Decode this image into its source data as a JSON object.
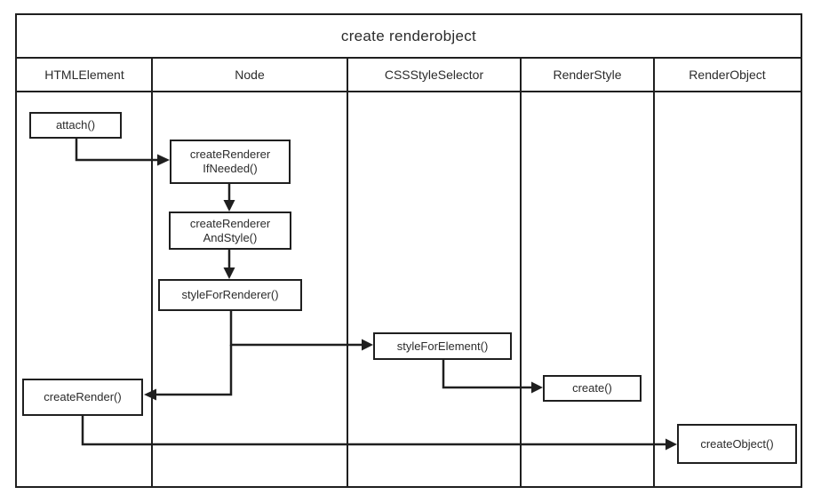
{
  "title": "create renderobject",
  "colors": {
    "line": "#1f1f1f",
    "text": "#2b2b2b",
    "background": "#ffffff"
  },
  "columns": [
    {
      "label": "HTMLElement"
    },
    {
      "label": "Node"
    },
    {
      "label": "CSSStyleSelector"
    },
    {
      "label": "RenderStyle"
    },
    {
      "label": "RenderObject"
    }
  ],
  "boxes": [
    {
      "id": "attach",
      "label": "attach()",
      "column": "HTMLElement"
    },
    {
      "id": "createRendererIfNeeded",
      "label": "createRenderer\nIfNeeded()",
      "column": "Node"
    },
    {
      "id": "createRendererAndStyle",
      "label": "createRenderer\nAndStyle()",
      "column": "Node"
    },
    {
      "id": "styleForRenderer",
      "label": "styleForRenderer()",
      "column": "Node"
    },
    {
      "id": "styleForElement",
      "label": "styleForElement()",
      "column": "CSSStyleSelector"
    },
    {
      "id": "create",
      "label": "create()",
      "column": "RenderStyle"
    },
    {
      "id": "createRender",
      "label": "createRender()",
      "column": "HTMLElement"
    },
    {
      "id": "createObject",
      "label": "createObject()",
      "column": "RenderObject"
    }
  ],
  "edges": [
    {
      "from": "attach()",
      "to": "createRendererIfNeeded()"
    },
    {
      "from": "createRendererIfNeeded()",
      "to": "createRendererAndStyle()"
    },
    {
      "from": "createRendererAndStyle()",
      "to": "styleForRenderer()"
    },
    {
      "from": "styleForRenderer()",
      "to": "styleForElement()"
    },
    {
      "from": "styleForRenderer()",
      "to": "createRender()"
    },
    {
      "from": "styleForElement()",
      "to": "create()"
    },
    {
      "from": "createRender()",
      "to": "createObject()"
    }
  ]
}
